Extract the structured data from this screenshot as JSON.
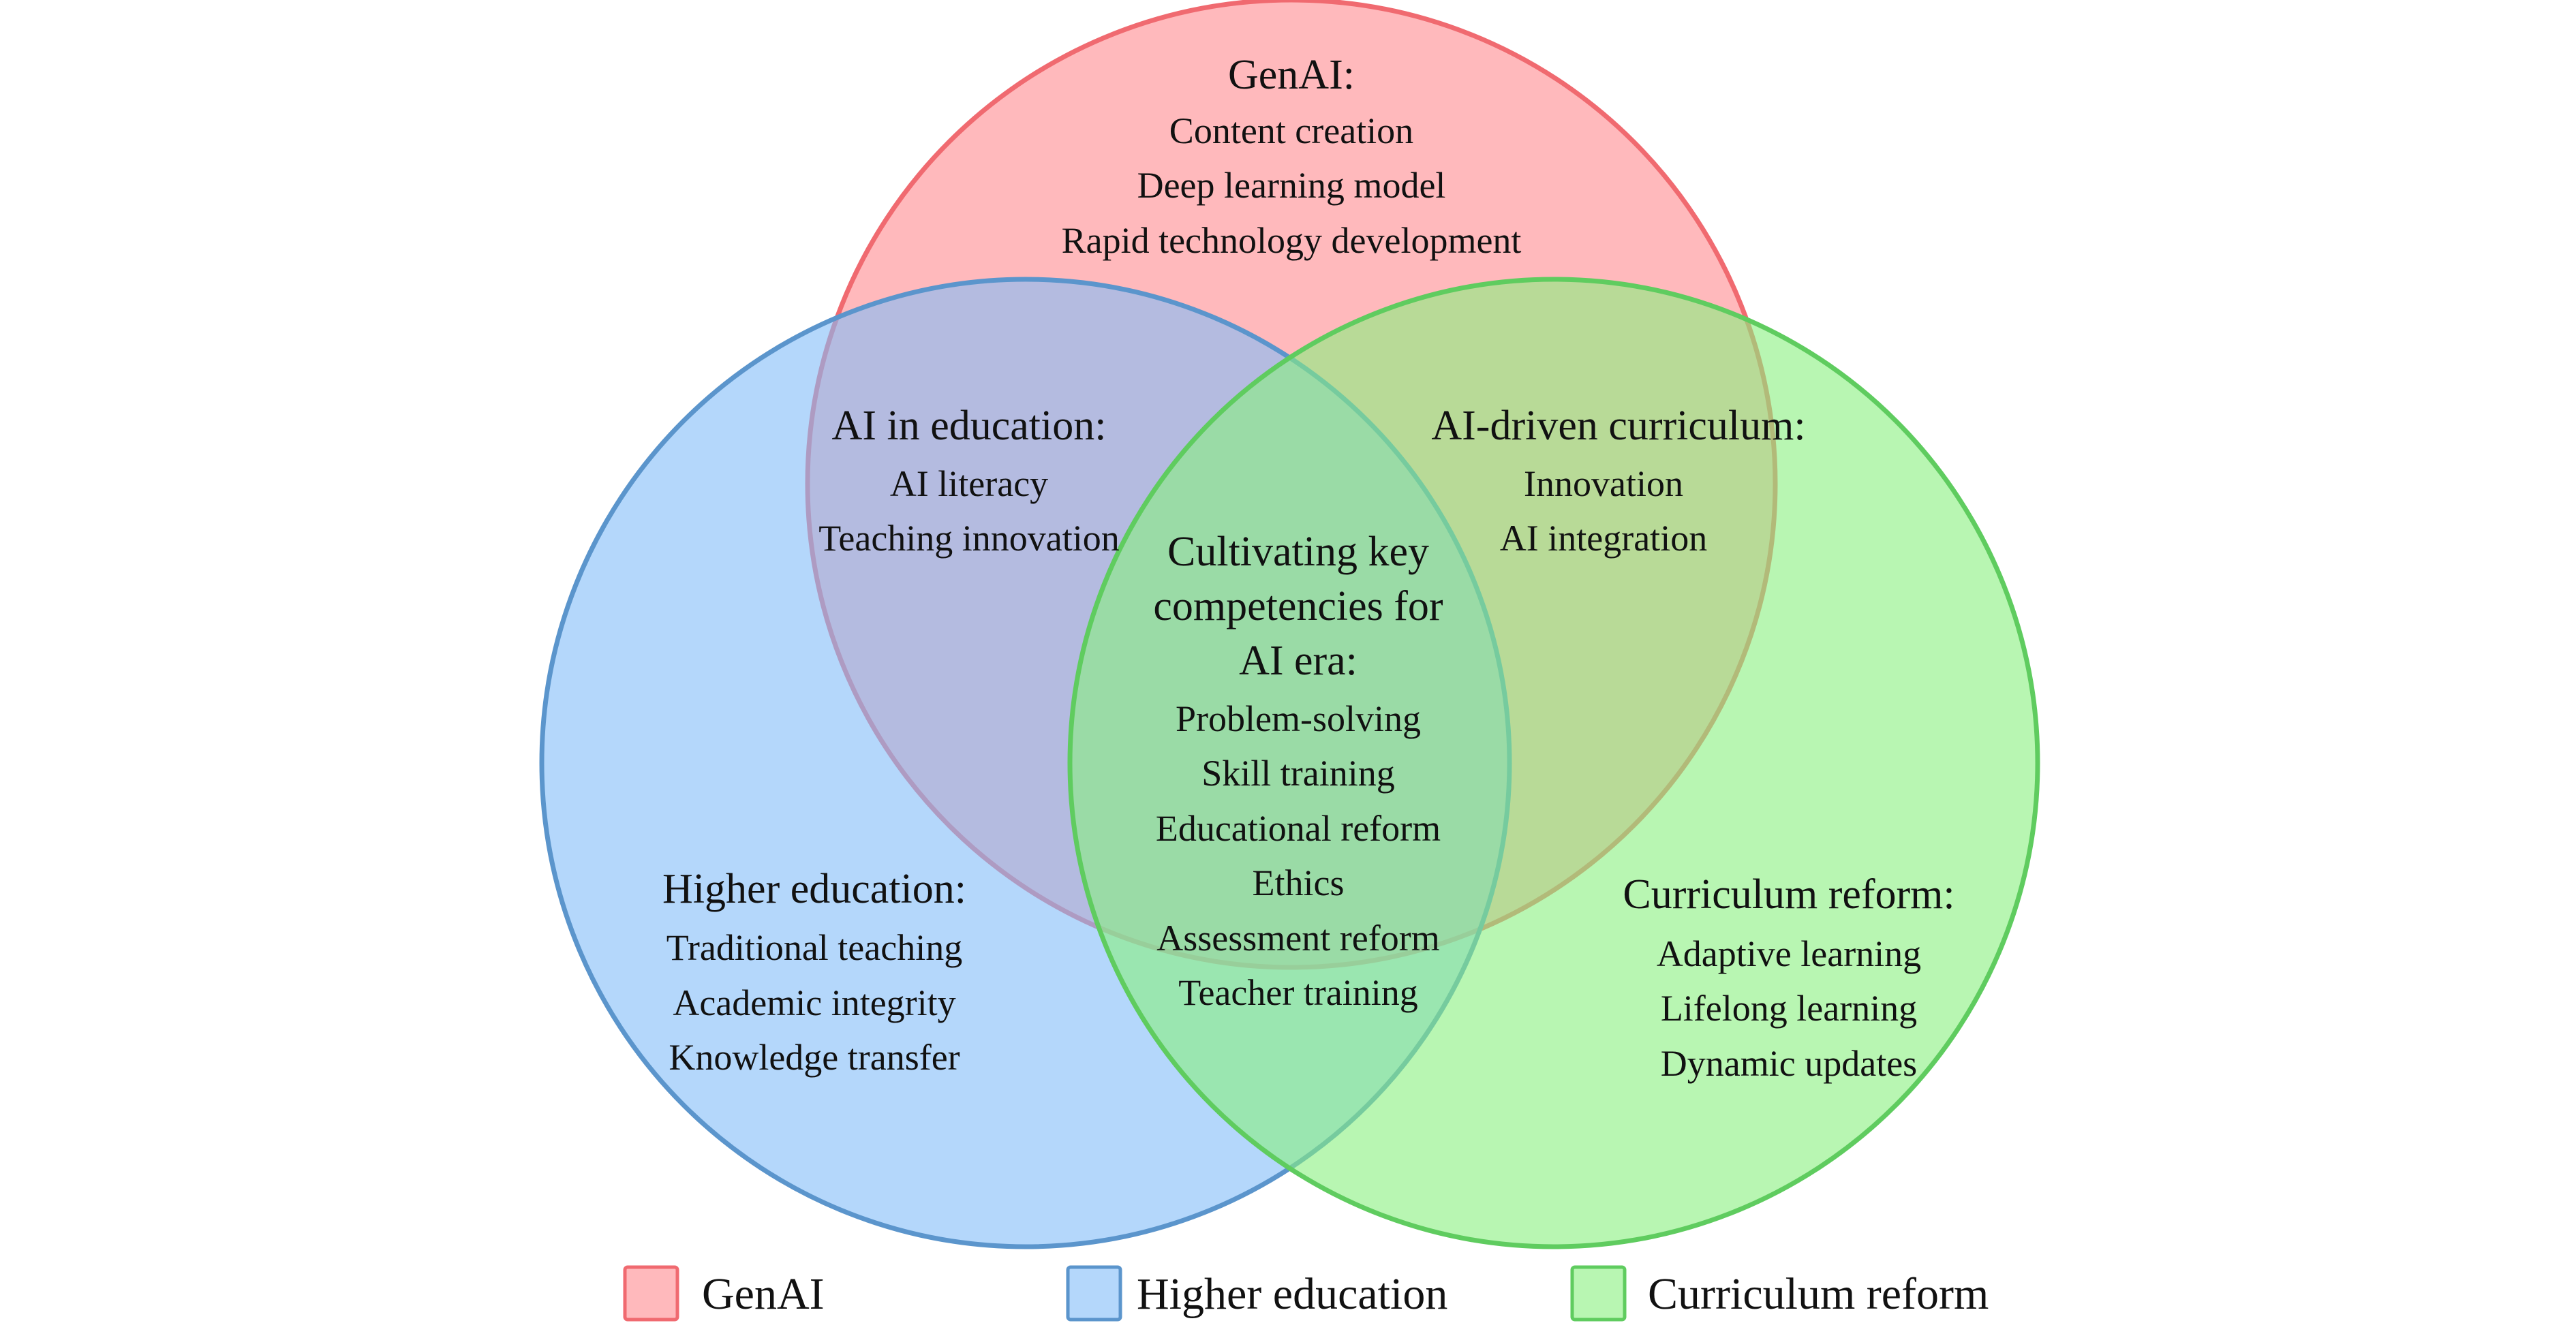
{
  "colors": {
    "genai": {
      "fill": "#ff8a8f",
      "stroke": "#f06a70"
    },
    "higher": {
      "fill": "#82bdf8",
      "stroke": "#5b95cc"
    },
    "curriculum": {
      "fill": "#88f07f",
      "stroke": "#5fcc5f"
    }
  },
  "sets": {
    "genai": {
      "title": "GenAI:",
      "items": [
        "Content creation",
        "Deep learning model",
        "Rapid technology development"
      ]
    },
    "higher": {
      "title": "Higher education:",
      "items": [
        "Traditional teaching",
        "Academic integrity",
        "Knowledge transfer"
      ]
    },
    "curriculum": {
      "title": "Curriculum reform:",
      "items": [
        "Adaptive learning",
        "Lifelong learning",
        "Dynamic updates"
      ]
    }
  },
  "overlaps": {
    "genai_higher": {
      "title": "AI in education:",
      "items": [
        "AI literacy",
        "Teaching innovation"
      ]
    },
    "genai_curriculum": {
      "title": "AI-driven curriculum:",
      "items": [
        "Innovation",
        "AI integration"
      ]
    },
    "center": {
      "title_lines": [
        "Cultivating key",
        "competencies for",
        "AI era:"
      ],
      "items": [
        "Problem-solving",
        "Skill training",
        "Educational reform",
        "Ethics",
        "Assessment reform",
        "Teacher training"
      ]
    }
  },
  "legend": [
    {
      "label": "GenAI"
    },
    {
      "label": "Higher education"
    },
    {
      "label": "Curriculum reform"
    }
  ]
}
